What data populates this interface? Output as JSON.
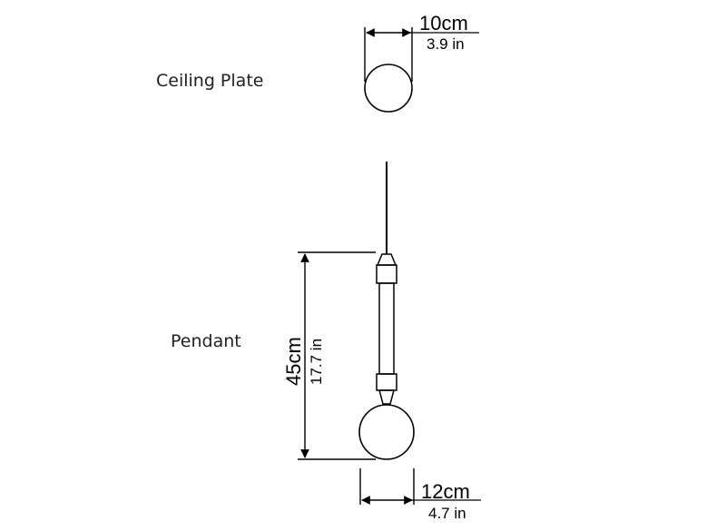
{
  "labels": {
    "ceiling_plate": "Ceiling Plate",
    "pendant": "Pendant"
  },
  "dimensions": {
    "ceiling_plate_width": {
      "metric": "10cm",
      "imperial": "3.9 in"
    },
    "pendant_height": {
      "metric": "45cm",
      "imperial": "17.7 in"
    },
    "pendant_width": {
      "metric": "12cm",
      "imperial": "4.7 in"
    }
  },
  "colors": {
    "line": "#000000",
    "text": "#222222",
    "background": "#ffffff"
  }
}
